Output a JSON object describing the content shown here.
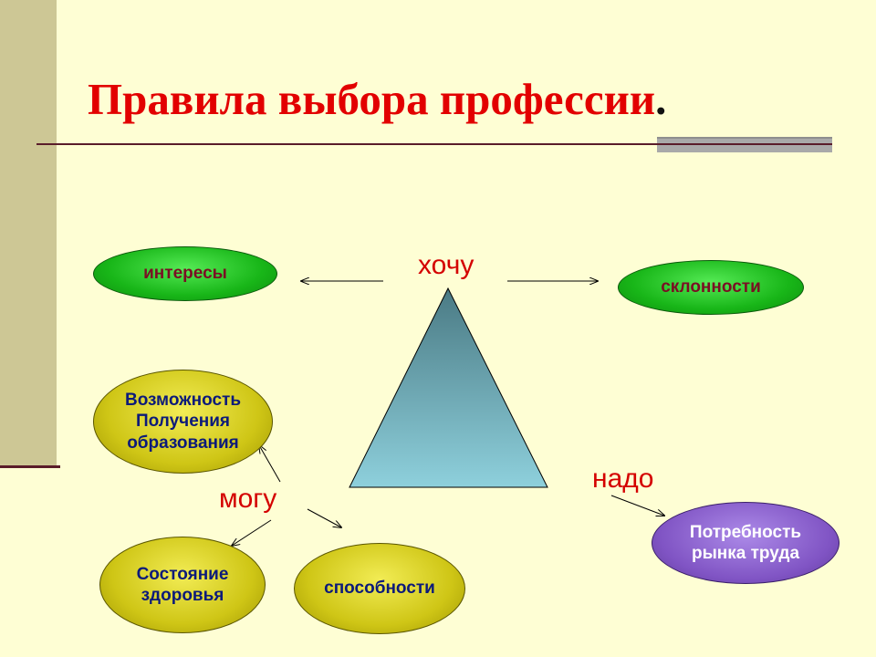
{
  "slide": {
    "title": "Правила выбора профессии",
    "title_end": "."
  },
  "words": {
    "want": "хочу",
    "can": "могу",
    "need": "надо"
  },
  "nodes": {
    "interests": "интересы",
    "inclinations": "склонности",
    "education": "Возможность\nПолучения\nобразования",
    "health": "Состояние\nздоровья",
    "abilities": "способности",
    "market": "Потребность\nрынка  труда"
  },
  "colors": {
    "title": "#e20000",
    "words": "#d40000",
    "green_node": "#18b618",
    "yellow_node": "#cfc616",
    "purple_node": "#8054c4",
    "triangle_top": "#4a7a84",
    "triangle_bottom": "#8ed0dc",
    "background": "#fefed4"
  }
}
